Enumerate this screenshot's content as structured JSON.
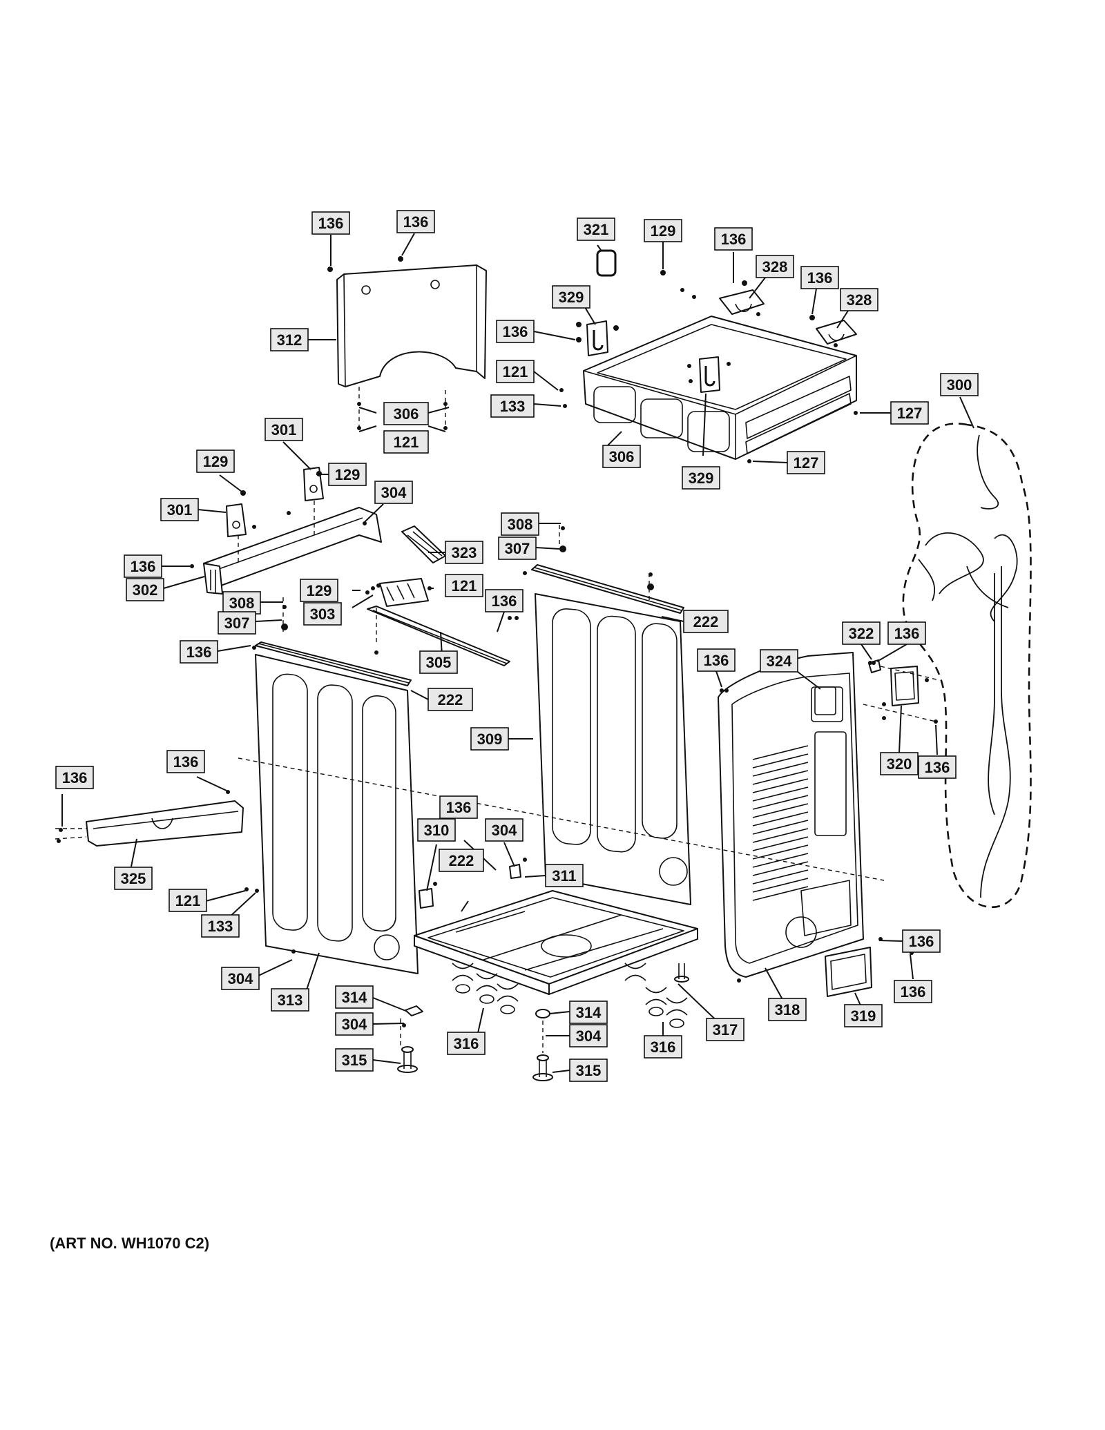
{
  "art_number": "(ART NO. WH1070 C2)",
  "callouts": {
    "c_136_a": "136",
    "c_136_b": "136",
    "c_312": "312",
    "c_306_a": "306",
    "c_121_a": "121",
    "c_321": "321",
    "c_129_a": "129",
    "c_136_c": "136",
    "c_328_a": "328",
    "c_136_d": "136",
    "c_328_b": "328",
    "c_329_a": "329",
    "c_136_e": "136",
    "c_121_b": "121",
    "c_133_a": "133",
    "c_127_a": "127",
    "c_306_b": "306",
    "c_329_b": "329",
    "c_127_b": "127",
    "c_300": "300",
    "c_301_a": "301",
    "c_129_b": "129",
    "c_129_c": "129",
    "c_301_b": "301",
    "c_304_a": "304",
    "c_136_f": "136",
    "c_302": "302",
    "c_323": "323",
    "c_129_d": "129",
    "c_121_c": "121",
    "c_303": "303",
    "c_308_a": "308",
    "c_307_a": "307",
    "c_136_g": "136",
    "c_305": "305",
    "c_308_b": "308",
    "c_307_b": "307",
    "c_136_h": "136",
    "c_222_a": "222",
    "c_222_b": "222",
    "c_309": "309",
    "c_136_i": "136",
    "c_322": "322",
    "c_136_j": "136",
    "c_324": "324",
    "c_320": "320",
    "c_136_k": "136",
    "c_136_l": "136",
    "c_136_m": "136",
    "c_325": "325",
    "c_136_n": "136",
    "c_310": "310",
    "c_304_b": "304",
    "c_222_c": "222",
    "c_311": "311",
    "c_121_d": "121",
    "c_133_b": "133",
    "c_304_c": "304",
    "c_313": "313",
    "c_314_a": "314",
    "c_304_d": "304",
    "c_315_a": "315",
    "c_316_a": "316",
    "c_314_b": "314",
    "c_304_e": "304",
    "c_315_b": "315",
    "c_316_b": "316",
    "c_317": "317",
    "c_318": "318",
    "c_319": "319",
    "c_136_o": "136",
    "c_136_p": "136"
  }
}
